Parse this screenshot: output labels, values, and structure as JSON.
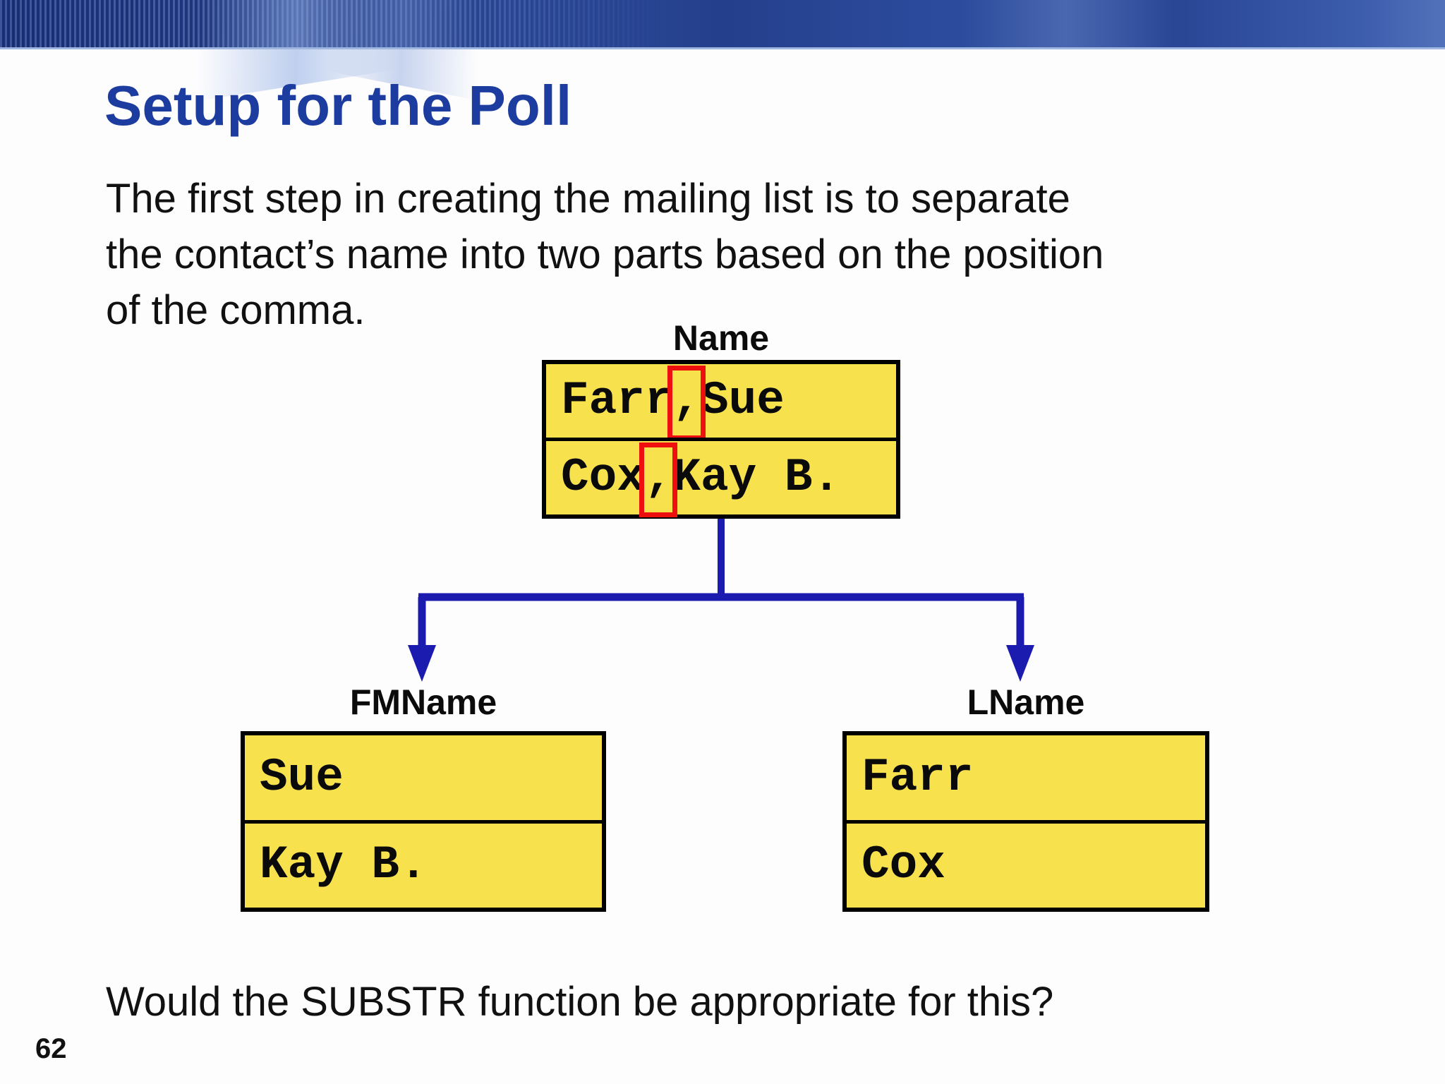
{
  "slide": {
    "title": "Setup for the Poll",
    "paragraph_lines": [
      "The first step in creating the mailing list is to separate",
      "the contact’s name into two parts based on the position",
      "of the comma."
    ],
    "question": "Would the SUBSTR function be appropriate for this?",
    "page_number": "62"
  },
  "diagram": {
    "name_box": {
      "label": "Name",
      "cells": [
        "Farr,Sue",
        "Cox,Kay B."
      ]
    },
    "fmname_box": {
      "label": "FMName",
      "cells": [
        "Sue",
        "Kay B."
      ]
    },
    "lname_box": {
      "label": "LName",
      "cells": [
        "Farr",
        "Cox"
      ]
    }
  },
  "colors": {
    "box_fill": "#f7e24e",
    "box_border": "#000000",
    "comma_highlight_red": "#ee0f0f",
    "connector_blue": "#1b1bb0",
    "title_blue": "#1d3ca0",
    "banner_blue": "#2a4796",
    "body_text": "#111111"
  }
}
